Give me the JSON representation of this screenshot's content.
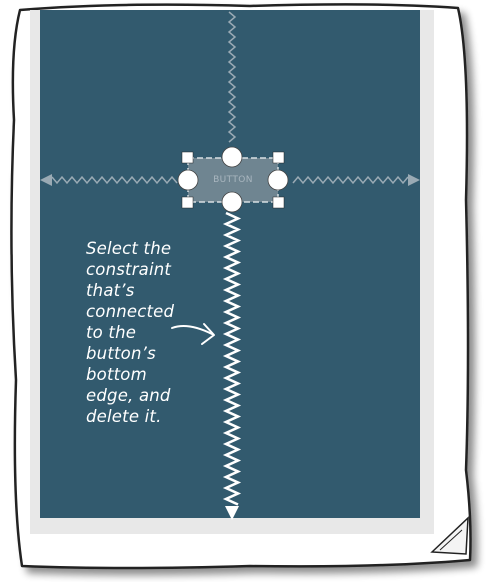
{
  "widget": {
    "label": "BUTTON"
  },
  "annotation": {
    "lines": [
      "Select the",
      "constraint",
      "that’s",
      "connected",
      "to the",
      "button’s",
      "bottom",
      "edge, and",
      "delete it."
    ]
  },
  "colors": {
    "blueprint_background": "#325a6e",
    "constraint_line": "#9aaab4",
    "selected_constraint": "#ffffff",
    "button_fill": "#6f8591",
    "paper": "#ffffff",
    "outline": "#222222"
  }
}
